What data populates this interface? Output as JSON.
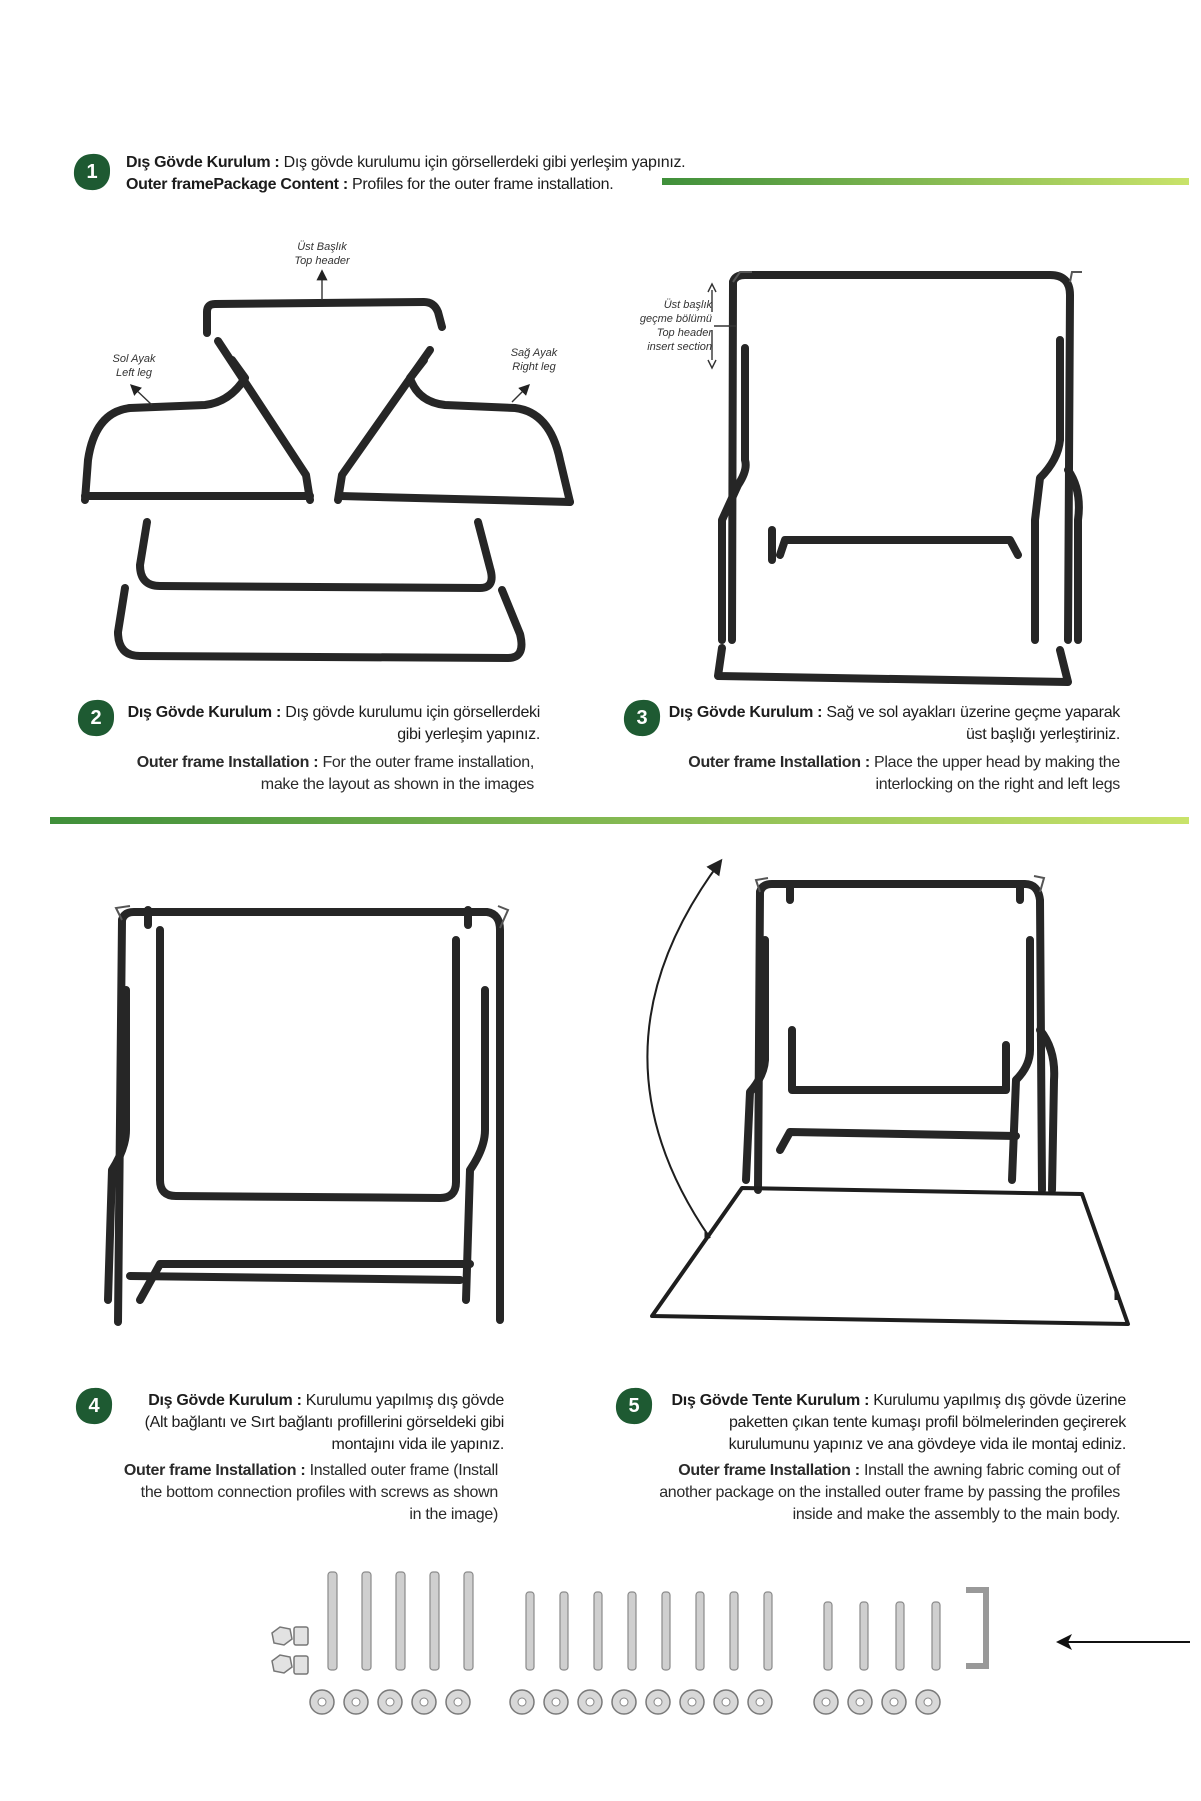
{
  "step1": {
    "number": "1",
    "tr_bold": "Dış Gövde Kurulum :",
    "tr_text": " Dış gövde kurulumu için görsellerdeki gibi yerleşim yapınız.",
    "en_bold": "Outer framePackage Content :",
    "en_text": " Profiles for the outer frame installation."
  },
  "labels": {
    "top_header_tr": "Üst Başlık",
    "top_header_en": "Top header",
    "left_leg_tr": "Sol Ayak",
    "left_leg_en": "Left leg",
    "right_leg_tr": "Sağ Ayak",
    "right_leg_en": "Right leg",
    "insert_tr_1": "Üst başlık",
    "insert_tr_2": "geçme bölümü",
    "insert_en_1": "Top header",
    "insert_en_2": "insert section"
  },
  "step2": {
    "number": "2",
    "tr_bold": "Dış Gövde Kurulum :",
    "tr_line1": " Dış gövde kurulumu için görsellerdeki",
    "tr_line2": "gibi yerleşim yapınız.",
    "en_bold": "Outer frame Installation :",
    "en_line1": " For the outer frame installation,",
    "en_line2": "make the layout as shown in the images"
  },
  "step3": {
    "number": "3",
    "tr_bold": "Dış Gövde Kurulum :",
    "tr_line1": " Sağ ve sol ayakları üzerine geçme yaparak",
    "tr_line2": "üst başlığı yerleştiriniz.",
    "en_bold": "Outer frame Installation :",
    "en_line1": " Place the upper head by making the",
    "en_line2": "interlocking on the right and left legs"
  },
  "step4": {
    "number": "4",
    "tr_bold": "Dış Gövde Kurulum :",
    "tr_line1": " Kurulumu yapılmış dış gövde",
    "tr_line2": "(Alt bağlantı ve Sırt bağlantı profillerini görseldeki gibi",
    "tr_line3": "montajını vida ile yapınız.",
    "en_bold": "Outer frame Installation :",
    "en_line1": " Installed outer frame (Install",
    "en_line2": "the bottom connection profiles with screws as shown",
    "en_line3": "in the image)"
  },
  "step5": {
    "number": "5",
    "tr_bold": "Dış Gövde Tente Kurulum :",
    "tr_line1": " Kurulumu yapılmış dış gövde üzerine",
    "tr_line2": "paketten çıkan tente kumaşı profil bölmelerinden geçirerek",
    "tr_line3": "kurulumunu yapınız ve ana gövdeye vida ile montaj ediniz.",
    "en_bold": "Outer frame Installation :",
    "en_line1": " Install the awning fabric coming out of",
    "en_line2": "another package on the installed outer frame by passing the profiles",
    "en_line3": "inside and make the assembly to the main body."
  },
  "colors": {
    "badge_green": "#1e5a32",
    "bar_green_dark": "#3f8f3a",
    "bar_green_light": "#c9e36a",
    "frame": "#222222"
  },
  "icons": {
    "hardware": "screws-nuts-washers-allen-key",
    "arrow": "arrow-left-icon"
  }
}
